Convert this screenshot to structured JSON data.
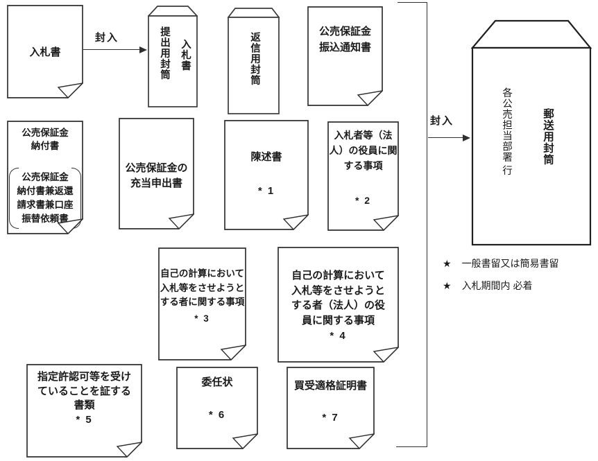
{
  "palette": {
    "ink": "#2f2f2f",
    "paper": "#ffffff"
  },
  "arrows": {
    "enclose_left": "封入",
    "enclose_right": "封入"
  },
  "docs": {
    "bid_form": {
      "lines": [
        "入札書"
      ]
    },
    "deposit_transfer_notice": {
      "lines": [
        "公売保証金",
        "振込通知書"
      ]
    },
    "deposit_payment": {
      "title": [
        "公売保証金",
        "納付書"
      ],
      "bracket": [
        "公売保証金",
        "納付書兼返還",
        "請求書兼口座",
        "振替依頼書"
      ]
    },
    "deposit_appropriation": {
      "lines": [
        "公売保証金の",
        "充当申出書"
      ]
    },
    "statement": {
      "lines": [
        "陳述書"
      ],
      "note": "* 1"
    },
    "bidder_officers": {
      "lines": [
        "入札者等（法",
        "人）の役員に関",
        "する事項"
      ],
      "note": "* 2"
    },
    "own_account": {
      "lines": [
        "自己の計算において",
        "入札等をさせようと",
        "する者に関する事項"
      ],
      "note": "* 3"
    },
    "own_account_officers": {
      "lines": [
        "自己の計算において",
        "入札等をさせようと",
        "する者（法人）の役",
        "員に関する事項"
      ],
      "note": "* 4"
    },
    "license_proof": {
      "lines": [
        "指定許認可等を受け",
        "ていることを証する",
        "書類"
      ],
      "note": "* 5"
    },
    "power_of_attorney": {
      "lines": [
        "委任状"
      ],
      "note": "* 6"
    },
    "purchase_eligibility": {
      "lines": [
        "買受適格証明書"
      ],
      "note": "* 7"
    }
  },
  "envelopes": {
    "submission": {
      "name": "提出用封筒",
      "content": "入札書"
    },
    "return": {
      "name": "返信用封筒"
    },
    "mailing": {
      "name": "郵送用封筒",
      "addressee": "各公売担当部署",
      "honorific": "行"
    }
  },
  "notes": [
    {
      "bullet": "★",
      "text": "一般書留又は簡易書留"
    },
    {
      "bullet": "★",
      "text": "入札期間内  必着"
    }
  ]
}
